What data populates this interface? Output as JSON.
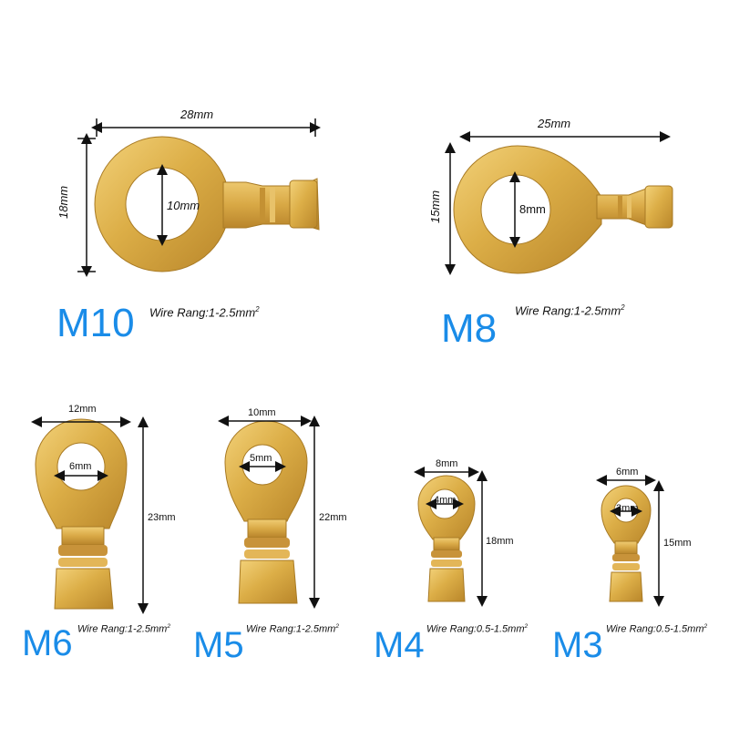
{
  "terminals": [
    {
      "size": "M10",
      "wire_label": "Wire Rang:",
      "wire_range": "1-2.5mm",
      "width": "28mm",
      "height": "18mm",
      "hole": "10mm"
    },
    {
      "size": "M8",
      "wire_label": "Wire Rang:",
      "wire_range": "1-2.5mm",
      "width": "25mm",
      "height": "15mm",
      "hole": "8mm"
    },
    {
      "size": "M6",
      "wire_label": "Wire Rang:",
      "wire_range": "1-2.5mm",
      "width": "12mm",
      "height": "23mm",
      "hole": "6mm"
    },
    {
      "size": "M5",
      "wire_label": "Wire Rang:",
      "wire_range": "1-2.5mm",
      "width": "10mm",
      "height": "22mm",
      "hole": "5mm"
    },
    {
      "size": "M4",
      "wire_label": "Wire Rang:",
      "wire_range": "0.5-1.5mm",
      "width": "8mm",
      "height": "18mm",
      "hole": "4mm"
    },
    {
      "size": "M3",
      "wire_label": "Wire Rang:",
      "wire_range": "0.5-1.5mm",
      "width": "6mm",
      "height": "15mm",
      "hole": "3mm"
    }
  ],
  "superscript": "2",
  "colors": {
    "label_blue": "#1a8ce8",
    "brass": "#d9ab45"
  }
}
